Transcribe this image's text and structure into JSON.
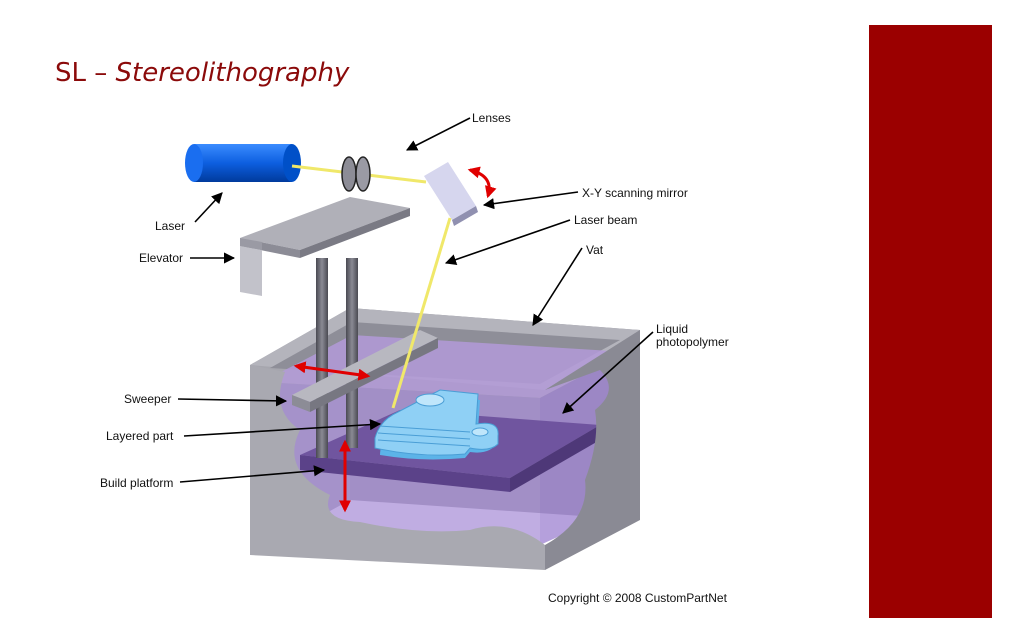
{
  "slide": {
    "title_prefix": "SL – ",
    "title_emphasis": "Stereolithography",
    "accent_color": "#9b0000"
  },
  "diagram": {
    "labels": {
      "lenses": "Lenses",
      "laser": "Laser",
      "scanning_mirror": "X-Y scanning mirror",
      "laser_beam": "Laser beam",
      "elevator": "Elevator",
      "vat": "Vat",
      "liquid_line1": "Liquid",
      "liquid_line2": "photopolymer",
      "sweeper": "Sweeper",
      "layered_part": "Layered part",
      "build_platform": "Build platform"
    },
    "copyright": "Copyright © 2008 CustomPartNet"
  }
}
